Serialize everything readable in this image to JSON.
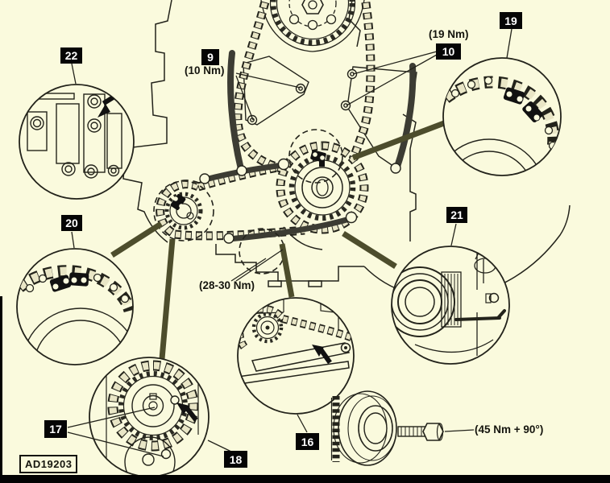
{
  "diagram": {
    "code": "AD19203",
    "colors": {
      "background": "#FAFADD",
      "ink": "#23231B",
      "chain_link_fill": "#E9E6C6",
      "guide_dark": "#3C3C33",
      "leader_thick": "#4D4D2C",
      "badge_bg": "#050505",
      "badge_text": "#FFFFFF"
    },
    "callouts": {
      "c9": {
        "number": "9",
        "torque": "(10 Nm)"
      },
      "c10": {
        "number": "10",
        "torque": "(19 Nm)"
      },
      "c16": {
        "number": "16"
      },
      "c17": {
        "number": "17"
      },
      "c18": {
        "number": "18"
      },
      "c19": {
        "number": "19"
      },
      "c20": {
        "number": "20"
      },
      "c21": {
        "number": "21"
      },
      "c22": {
        "number": "22"
      }
    },
    "notes": {
      "tensioner_torque": "(28-30 Nm)",
      "crankshaft_bolt_torque": "(45 Nm + 90°)"
    }
  }
}
